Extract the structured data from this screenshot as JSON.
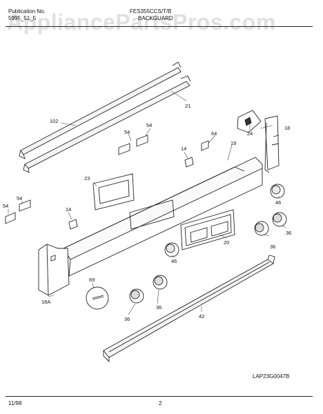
{
  "header": {
    "publication_label": "Publication No.",
    "publication_number": "5995_51_5",
    "model": "FES355CCS/T/B",
    "section": "BACKGUARD"
  },
  "watermark": "AppliancePartsPros.com",
  "diagram_code": "LAP23G0047B",
  "footer": {
    "date": "11/98",
    "page": "2"
  },
  "callouts": {
    "c102": "102",
    "c21": "21",
    "c24": "24",
    "c18": "18",
    "c64": "64",
    "c19": "19",
    "c54a": "54",
    "c54b": "54",
    "c14a": "14",
    "c23": "23",
    "c46a": "46",
    "c54c": "54",
    "c54d": "54",
    "c14b": "14",
    "c20": "20",
    "c36a": "36",
    "c36b": "36",
    "c46b": "46",
    "c69": "69",
    "c18a": "18A",
    "c36c": "36",
    "c36d": "36",
    "c42": "42"
  }
}
